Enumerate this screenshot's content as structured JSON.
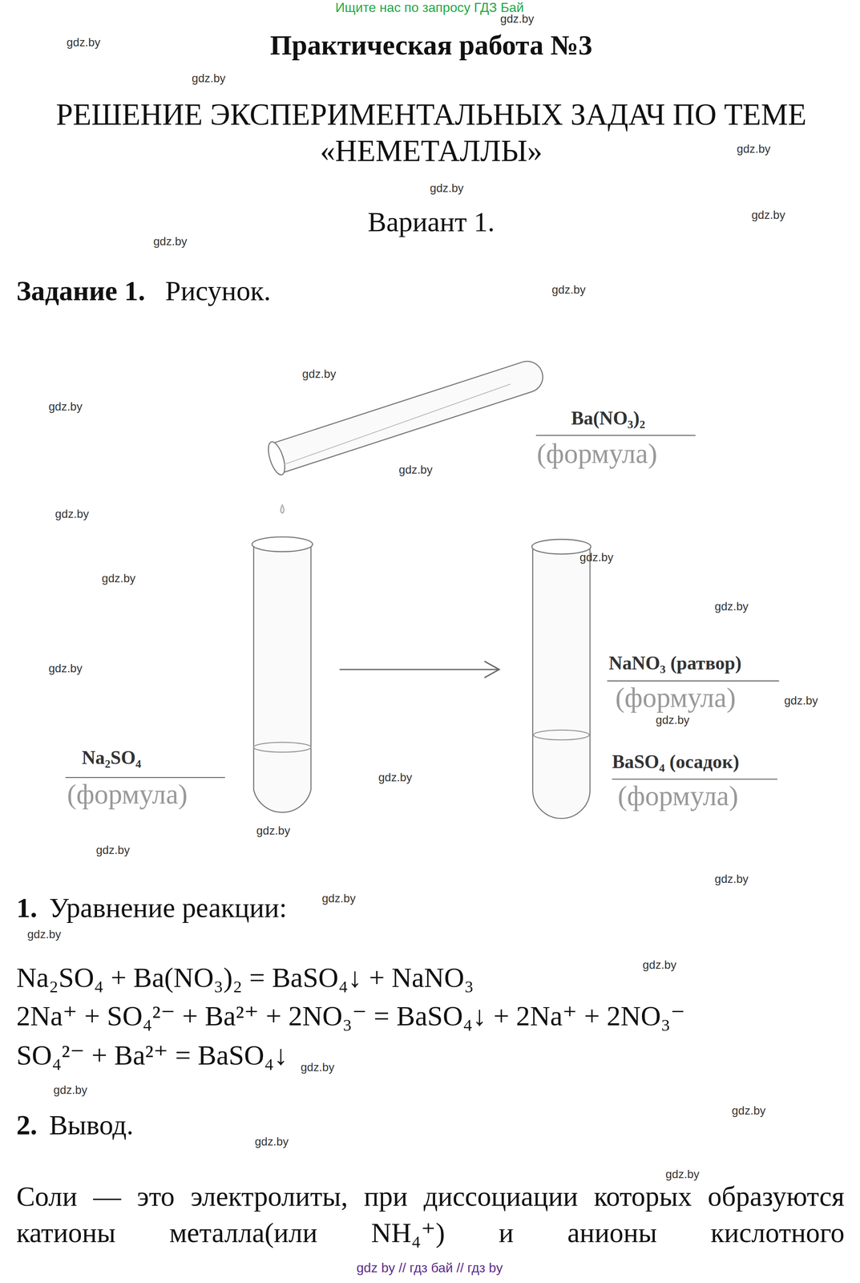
{
  "diagram": {
    "title": "Практическая работа №3",
    "labels": [
      "Ищите нас по запросу ГДЗ Бай",
      "РЕШЕНИЕ ЭКСПЕРИМЕНТАЛЬНЫХ ЗАДАЧ ПО ТЕМЕ «НЕМЕТАЛЛЫ»",
      "Вариант 1.",
      "Задание 1.",
      "Рисунок.",
      "Ba(NO₃)₂",
      "(формула)",
      "NaNO₃ (ратвор)",
      "(формула)",
      "BaSO₄ (осадок)",
      "(формула)",
      "Na₂SO₄",
      "(формула)",
      "1.",
      "Уравнение реакции:",
      "Na₂SO₄ + Ba(NO₃)₂ = BaSO₄↓ + NaNO₃",
      "2Na⁺ + SO₄²⁻ + Ba²⁺ + 2NO₃⁻ = BaSO₄↓ + 2Na⁺ + 2NO₃⁻",
      "SO₄²⁻ + Ba²⁺ = BaSO₄↓",
      "2.",
      "Вывод.",
      "Соли — это электролиты, при диссоциации которых образуются катионы металла(или NH₄⁺) и анионы кислотного",
      "gdz by // гдз бай // гдз by",
      "gdz.by",
      "gdz.by",
      "gdz.by",
      "gdz.by",
      "gdz.by",
      "gdz.by",
      "gdz.by",
      "gdz.by",
      "gdz.by",
      "gdz.by",
      "gdz.by",
      "gdz.by",
      "gdz.by",
      "gdz.by",
      "gdz.by",
      "gdz.by",
      "gdz.by",
      "gdz.by",
      "gdz.by",
      "gdz.by",
      "gdz.by",
      "gdz.by",
      "gdz.by",
      "gdz.by",
      "gdz.by",
      "gdz.by",
      "gdz.by",
      "gdz.by",
      "gdz.by",
      "gdz.by"
    ]
  }
}
